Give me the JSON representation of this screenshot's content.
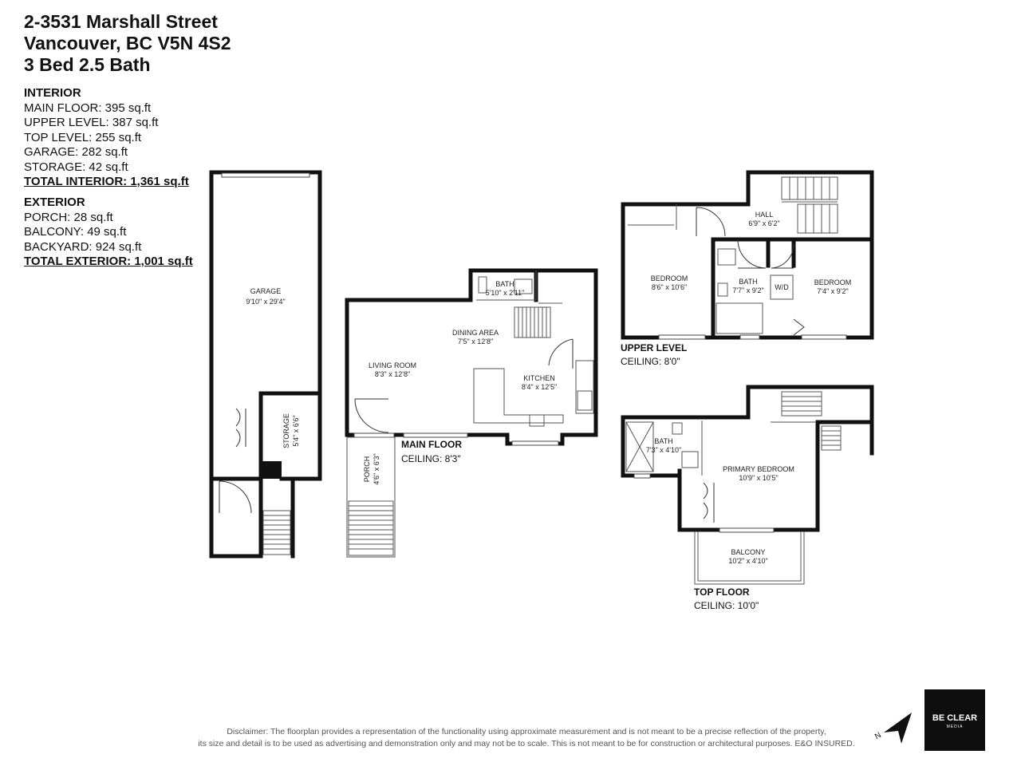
{
  "header": {
    "address_line1": "2-3531 Marshall Street",
    "address_line2": "Vancouver, BC V5N 4S2",
    "summary": "3 Bed 2.5 Bath"
  },
  "interior": {
    "heading": "INTERIOR",
    "lines": [
      "MAIN FLOOR: 395 sq.ft",
      "UPPER LEVEL: 387 sq.ft",
      "TOP LEVEL: 255 sq.ft",
      "GARAGE: 282 sq.ft",
      "STORAGE: 42 sq.ft"
    ],
    "total": "TOTAL INTERIOR: 1,361 sq.ft"
  },
  "exterior": {
    "heading": "EXTERIOR",
    "lines": [
      "PORCH: 28 sq.ft",
      "BALCONY: 49 sq.ft",
      "BACKYARD: 924 sq.ft"
    ],
    "total": "TOTAL EXTERIOR: 1,001 sq.ft"
  },
  "rooms": {
    "garage": {
      "name": "GARAGE",
      "dims": "9'10\" x 29'4\""
    },
    "storage": {
      "name": "STORAGE",
      "dims": "5'4\" x 6'6\""
    },
    "porch": {
      "name": "PORCH",
      "dims": "4'6\" x 6'3\""
    },
    "living": {
      "name": "LIVING ROOM",
      "dims": "8'3\" x 12'8\""
    },
    "dining": {
      "name": "DINING AREA",
      "dims": "7'5\" x 12'8\""
    },
    "kitchen": {
      "name": "KITCHEN",
      "dims": "8'4\" x 12'5\""
    },
    "main_bath": {
      "name": "BATH",
      "dims": "5'10\" x 2'11\""
    },
    "upper_bedroom1": {
      "name": "BEDROOM",
      "dims": "8'6\" x 10'6\""
    },
    "hall": {
      "name": "HALL",
      "dims": "6'9\" x 6'2\""
    },
    "upper_bath": {
      "name": "BATH",
      "dims": "7'7\" x 9'2\""
    },
    "wd": {
      "name": "W/D"
    },
    "upper_bedroom2": {
      "name": "BEDROOM",
      "dims": "7'4\" x 9'2\""
    },
    "top_bath": {
      "name": "BATH",
      "dims": "7'3\" x 4'10\""
    },
    "primary": {
      "name": "PRIMARY BEDROOM",
      "dims": "10'9\" x 10'5\""
    },
    "balcony": {
      "name": "BALCONY",
      "dims": "10'2\" x 4'10\""
    }
  },
  "floors": {
    "main": {
      "title": "MAIN FLOOR",
      "ceiling": "CEILING: 8'3\""
    },
    "upper": {
      "title": "UPPER LEVEL",
      "ceiling": "CEILING: 8'0\""
    },
    "top": {
      "title": "TOP FLOOR",
      "ceiling": "CEILING: 10'0\""
    }
  },
  "disclaimer": {
    "line1": "Disclaimer: The floorplan provides a representation of the functionality using approximate measurement and is not meant to be a precise reflection of the property,",
    "line2": "its size and detail is to be used as advertising and demonstration only and may not be to scale. This is not meant to be for construction or architectural purposes. E&O INSURED."
  },
  "logo": {
    "name": "BE CLEAR",
    "sub": "MEDIA"
  },
  "compass": {
    "label": "N",
    "icon": "north-arrow-icon"
  },
  "colors": {
    "walls": "#111111",
    "logo_bg": "#0e0e0e"
  }
}
